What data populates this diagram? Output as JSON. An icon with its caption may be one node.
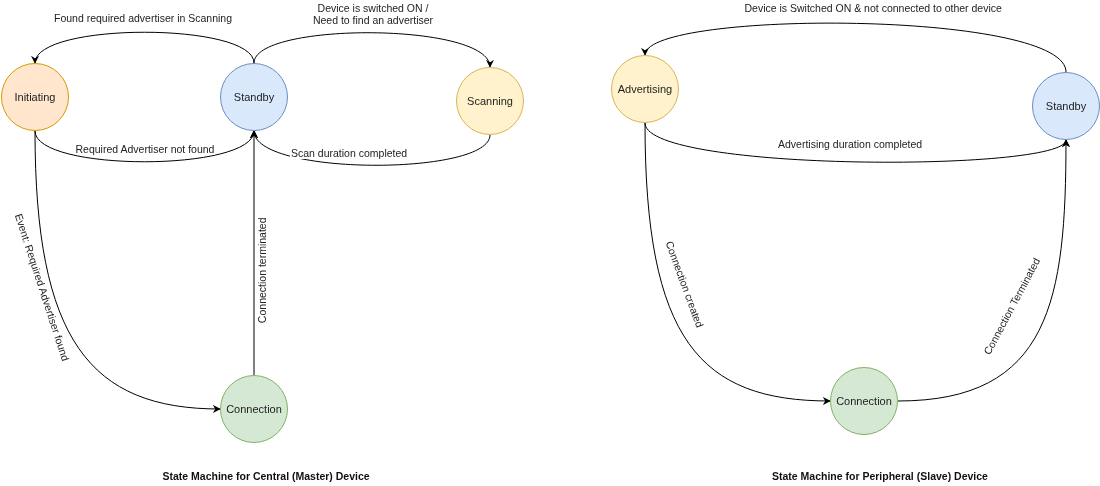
{
  "diagram": {
    "nodes": [
      {
        "text": [
          "Initiating"
        ]
      },
      {
        "text": [
          "Standby"
        ]
      },
      {
        "text": [
          "Scanning"
        ]
      },
      {
        "text": [
          "Connection"
        ]
      },
      {
        "text": [
          "Advertising"
        ]
      },
      {
        "text": [
          "Standby"
        ]
      },
      {
        "text": [
          "Connection"
        ]
      }
    ],
    "edges": [
      {
        "from": 1,
        "to": 0,
        "arrow": "to",
        "label": "Found required advertiser in Scanning"
      },
      {
        "from": 1,
        "to": 2,
        "arrow": "to",
        "label": "Device is switched ON / Need to find an advertiser"
      },
      {
        "from": 0,
        "to": 1,
        "arrow": "to",
        "label": "Required Advertiser not found"
      },
      {
        "from": 2,
        "to": 1,
        "arrow": "to",
        "label": "Scan duration completed"
      },
      {
        "from": 0,
        "to": 3,
        "arrow": "to",
        "label": "Event: Required Advertiser found"
      },
      {
        "from": 3,
        "to": 1,
        "arrow": "to",
        "label": "Connection terminated"
      },
      {
        "from": 5,
        "to": 4,
        "arrow": "to",
        "label": "Device is Switched ON & not connected to other device"
      },
      {
        "from": 4,
        "to": 5,
        "arrow": "to",
        "label": "Advertising duration completed"
      },
      {
        "from": 4,
        "to": 6,
        "arrow": "to",
        "label": "Connection created"
      },
      {
        "from": 6,
        "to": 5,
        "arrow": "to",
        "label": "Connection Terminated"
      }
    ],
    "labels": [
      "State Machine for Central (Master) Device",
      "State Machine for Peripheral (Slave) Device"
    ]
  }
}
